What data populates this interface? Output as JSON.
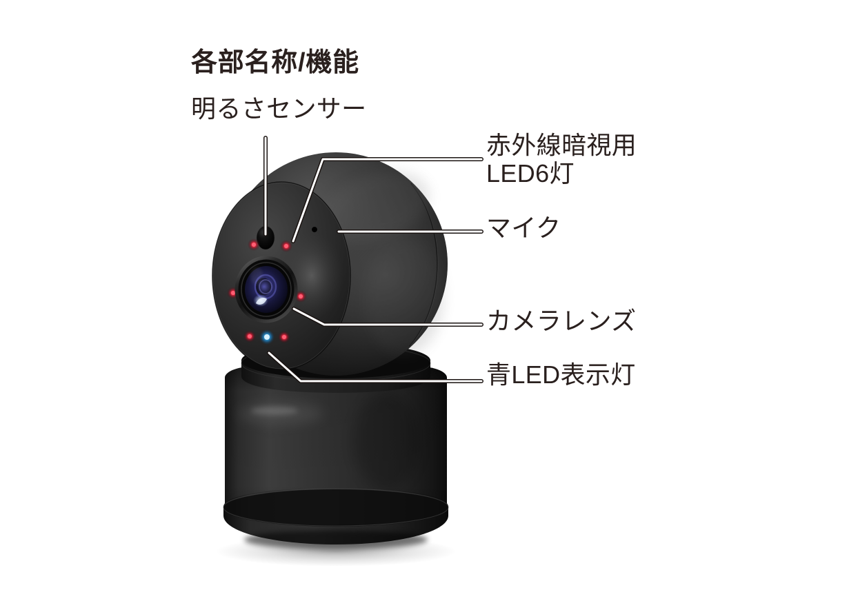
{
  "page": {
    "title": "各部名称/機能",
    "background_color": "#ffffff",
    "text_color": "#2a201e"
  },
  "callouts": [
    {
      "id": "brightness-sensor",
      "label": "明るさセンサー",
      "lines": [
        "明るさセンサー"
      ],
      "side": "left",
      "leader": "vertical"
    },
    {
      "id": "ir-leds",
      "label": "赤外線暗視用LED6灯",
      "lines": [
        "赤外線暗視用",
        "LED6灯"
      ],
      "side": "right",
      "leader": "elbow"
    },
    {
      "id": "microphone",
      "label": "マイク",
      "lines": [
        "マイク"
      ],
      "side": "right",
      "leader": "straight"
    },
    {
      "id": "camera-lens",
      "label": "カメラレンズ",
      "lines": [
        "カメラレンズ"
      ],
      "side": "right",
      "leader": "elbow"
    },
    {
      "id": "blue-led",
      "label": "青LED表示灯",
      "lines": [
        "青LED表示灯"
      ],
      "side": "right",
      "leader": "elbow"
    }
  ],
  "product": {
    "name": "pan-tilt-security-camera",
    "body_color": "#2e2e2e",
    "body_color_dark": "#111111",
    "lens_glass_color": "#1b1b46",
    "lens_highlight_color": "#cfe4ff",
    "ir_led_color": "#e0233c",
    "blue_led_color": "#29a8ef",
    "leader_line_color": "#ffffff",
    "leader_outline_color": "#1a1311",
    "parts": {
      "ir_led_count": 6,
      "blue_led_count": 1,
      "brightness_sensor_count": 1,
      "microphone_hole_count": 1,
      "lens_count": 1
    }
  }
}
